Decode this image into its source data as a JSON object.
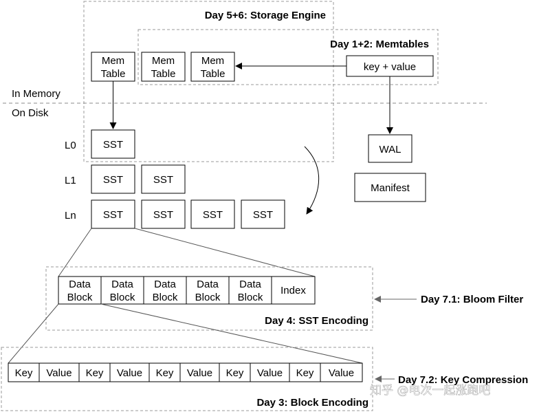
{
  "regions": {
    "storage_engine": "Day 5+6: Storage Engine",
    "memtables": "Day 1+2: Memtables",
    "sst_encoding": "Day 4: SST Encoding",
    "block_encoding": "Day 3: Block Encoding"
  },
  "annotations": {
    "bloom_filter": "Day 7.1: Bloom Filter",
    "key_compression": "Day 7.2: Key Compression"
  },
  "separator": {
    "in_memory": "In Memory",
    "on_disk": "On Disk"
  },
  "memtables": {
    "immutable_line1": "Mem",
    "immutable_line2": "Table",
    "input": "key + value"
  },
  "levels": {
    "l0": "L0",
    "l1": "L1",
    "ln": "Ln"
  },
  "sst": "SST",
  "wal": "WAL",
  "manifest": "Manifest",
  "blocks": {
    "data_line1": "Data",
    "data_line2": "Block",
    "index": "Index"
  },
  "kv": {
    "key": "Key",
    "value": "Value"
  },
  "watermark": "知乎 @电次一起涨跑吧"
}
